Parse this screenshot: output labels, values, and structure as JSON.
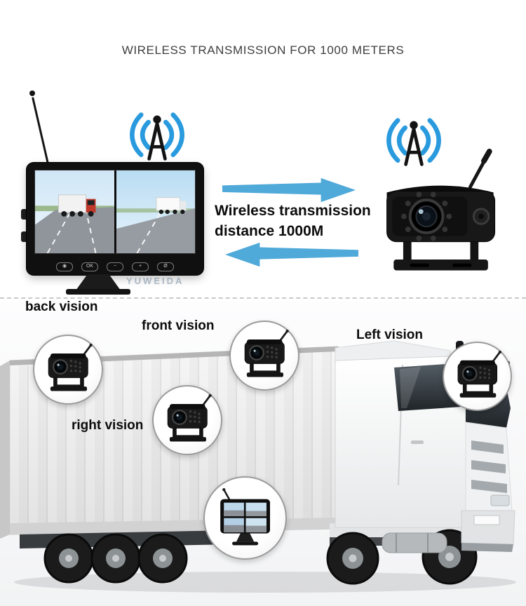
{
  "title": "WIRELESS TRANSMISSION FOR 1000 METERS",
  "hero": {
    "line1": "Wireless transmission",
    "line2": "distance 1000M",
    "watermark": "YUWEIDA",
    "monitor_buttons": [
      "◉",
      "OK",
      "−",
      "+",
      "Ø"
    ]
  },
  "callouts": {
    "back": "back vision",
    "front": "front vision",
    "left": "Left vision",
    "right": "right vision"
  },
  "colors": {
    "signal_blue": "#2a9ade",
    "arrow_blue": "#4fa9d9",
    "label_black": "#0c0c0c",
    "title_gray": "#3e3e3e",
    "divider_gray": "#c9c9c9"
  }
}
